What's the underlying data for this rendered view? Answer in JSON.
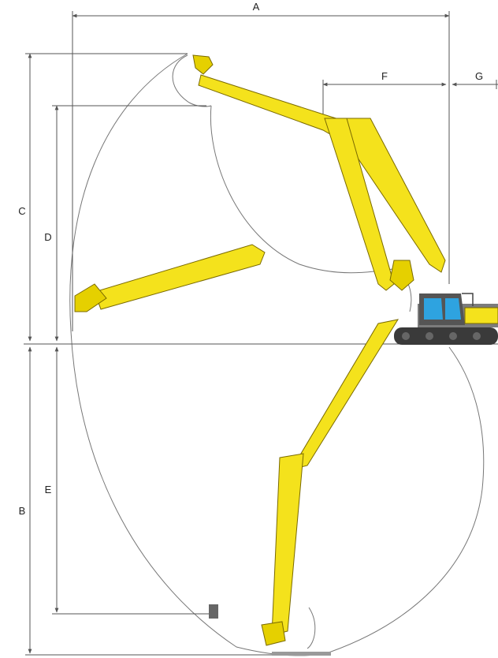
{
  "diagram": {
    "dimension_labels": {
      "a": "A",
      "b": "B",
      "c": "C",
      "d": "D",
      "e": "E",
      "f": "F",
      "g": "G"
    },
    "colors": {
      "boom_yellow": "#f4e21c",
      "boom_outline": "#7a6a00",
      "cab_glass": "#2ea3e0",
      "track_dark": "#3a3a3a",
      "dimension_line": "#555555",
      "envelope_line": "#777777"
    }
  }
}
